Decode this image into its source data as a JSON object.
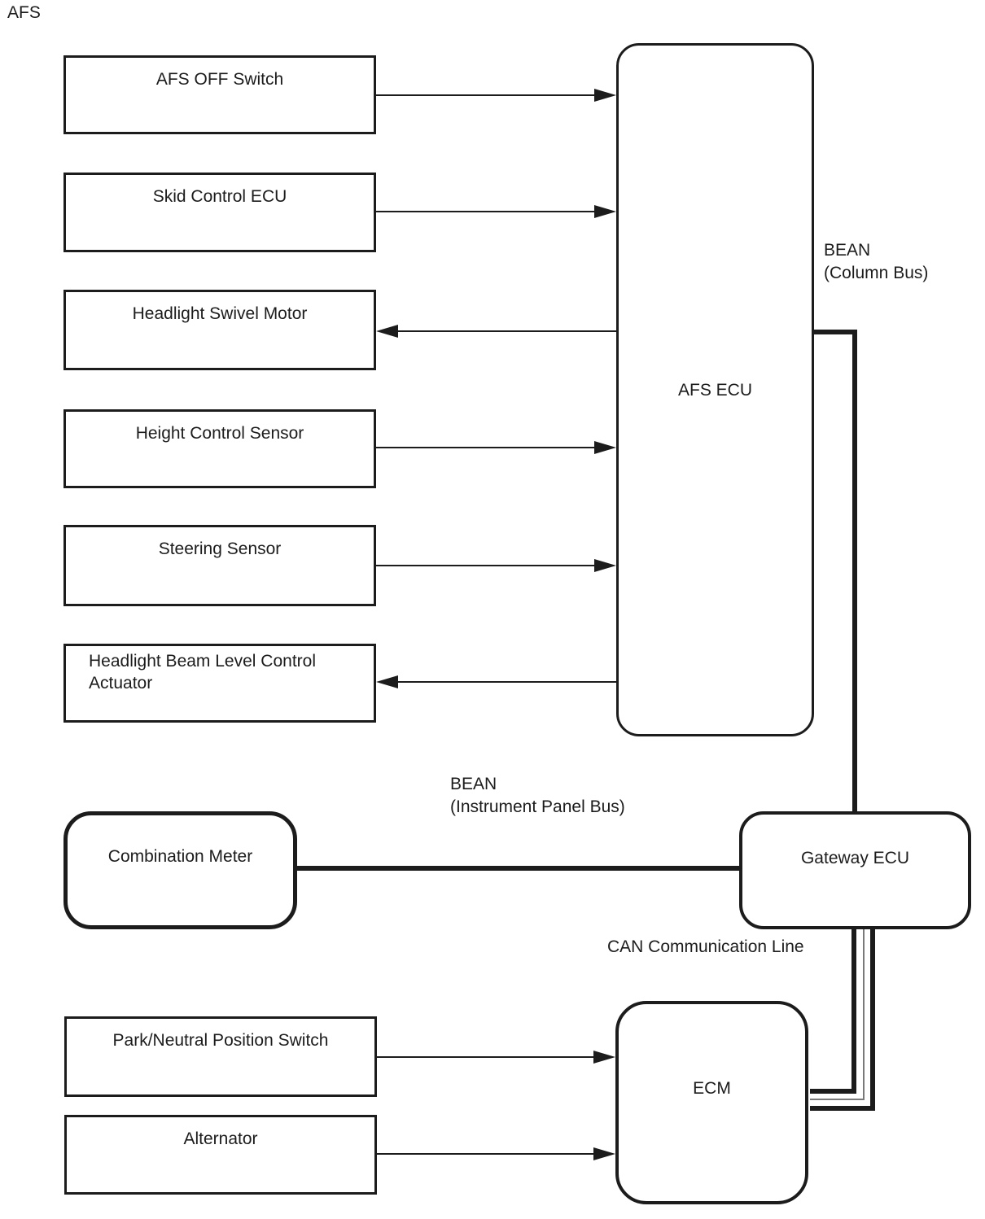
{
  "title": "AFS",
  "nodes": {
    "afs_off_switch": "AFS OFF Switch",
    "skid_control_ecu": "Skid Control ECU",
    "headlight_swivel_motor": "Headlight Swivel Motor",
    "height_control_sensor": "Height Control Sensor",
    "steering_sensor": "Steering Sensor",
    "headlight_beam_actuator": "Headlight Beam Level Control Actuator",
    "afs_ecu": "AFS ECU",
    "combination_meter": "Combination Meter",
    "gateway_ecu": "Gateway ECU",
    "ecm": "ECM",
    "park_neutral_switch": "Park/Neutral Position Switch",
    "alternator": "Alternator"
  },
  "labels": {
    "bean_column": {
      "line1": "BEAN",
      "line2": "(Column Bus)"
    },
    "bean_instrument": {
      "line1": "BEAN",
      "line2": "(Instrument Panel Bus)"
    },
    "can_line": "CAN Communication Line"
  },
  "edges": [
    {
      "from": "afs_off_switch",
      "to": "afs_ecu",
      "type": "arrow"
    },
    {
      "from": "skid_control_ecu",
      "to": "afs_ecu",
      "type": "arrow"
    },
    {
      "from": "afs_ecu",
      "to": "headlight_swivel_motor",
      "type": "arrow"
    },
    {
      "from": "height_control_sensor",
      "to": "afs_ecu",
      "type": "arrow"
    },
    {
      "from": "steering_sensor",
      "to": "afs_ecu",
      "type": "arrow"
    },
    {
      "from": "afs_ecu",
      "to": "headlight_beam_actuator",
      "type": "arrow"
    },
    {
      "from": "afs_ecu",
      "to": "gateway_ecu",
      "type": "bus",
      "label": "BEAN (Column Bus)"
    },
    {
      "from": "combination_meter",
      "to": "gateway_ecu",
      "type": "bus",
      "label": "BEAN (Instrument Panel Bus)"
    },
    {
      "from": "gateway_ecu",
      "to": "ecm",
      "type": "can",
      "label": "CAN Communication Line"
    },
    {
      "from": "park_neutral_switch",
      "to": "ecm",
      "type": "arrow"
    },
    {
      "from": "alternator",
      "to": "ecm",
      "type": "arrow"
    }
  ],
  "colors": {
    "line": "#1c1c1c",
    "can_center_line": "#7a7a7a",
    "node_fill": "#ffffff",
    "background": "#ffffff",
    "text": "#1c1c1c"
  }
}
